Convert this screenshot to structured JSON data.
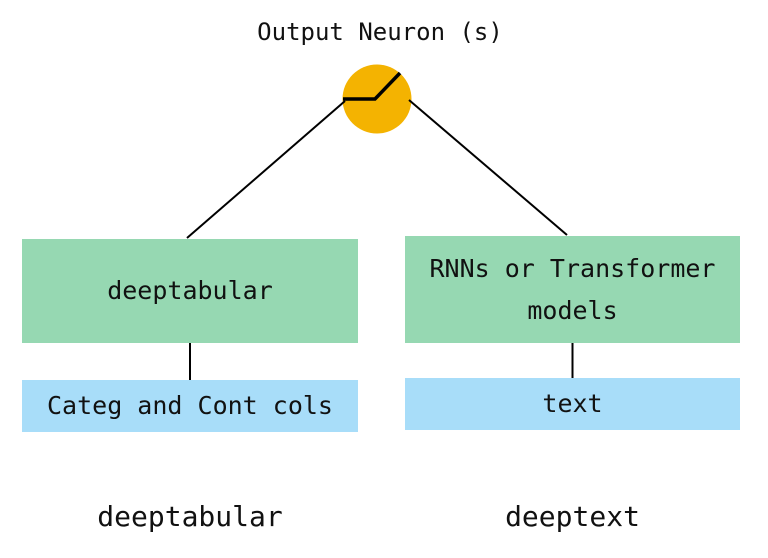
{
  "title": "Output Neuron (s)",
  "colors": {
    "node_fill": "#F4B301",
    "model_fill": "#96D8B2",
    "input_fill": "#A8DDF9",
    "line_color": "#000000",
    "text_color": "#111111"
  },
  "icons": {
    "output_neuron": "relu-activation-icon"
  },
  "branches": [
    {
      "model_label": "deeptabular",
      "input_label": "Categ and Cont cols",
      "component_label": "deeptabular"
    },
    {
      "model_label": "RNNs or Transformer models",
      "input_label": "text",
      "component_label": "deeptext"
    }
  ]
}
